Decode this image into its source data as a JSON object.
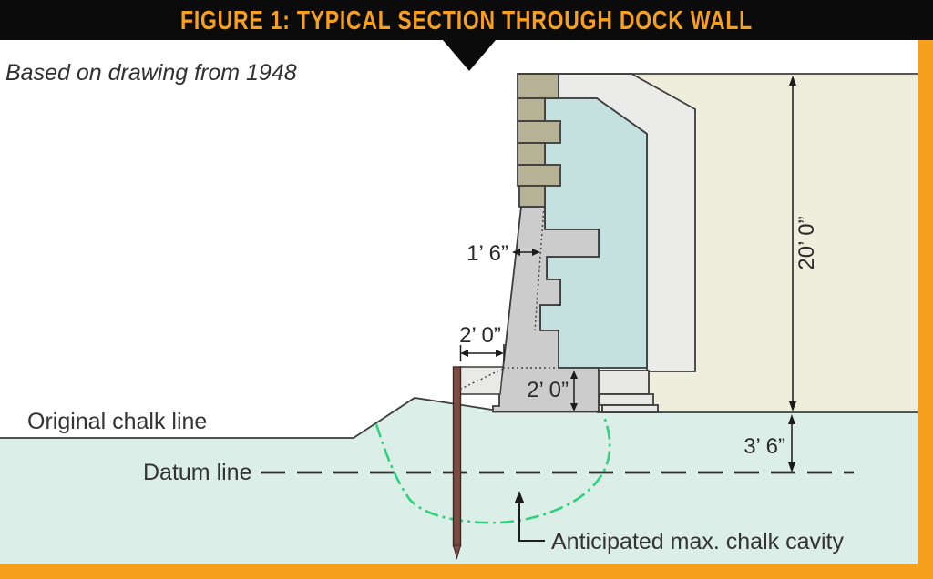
{
  "header": {
    "title": "FIGURE 1: TYPICAL SECTION THROUGH DOCK WALL"
  },
  "subtitle": "Based on drawing from 1948",
  "annotations": {
    "original_chalk_line": "Original chalk line",
    "datum_line": "Datum line",
    "anticipated_cavity": "Anticipated max. chalk cavity"
  },
  "dimensions": {
    "stem_top_width": "1’ 6”",
    "toe_width": "2’ 0”",
    "footing_height": "2’ 0”",
    "wall_height": "20’ 0”",
    "datum_depth": "3’ 6”"
  },
  "colors": {
    "accent_orange": "#F7A01E",
    "header_bg": "#0B0B0B",
    "ground_fill": "#DCEEE8",
    "core_fill": "#C4E1E0",
    "backfill_fill": "#EFEDDC",
    "backing_fill": "#EBEBE9",
    "masonry_gray": "#CCCCCC",
    "step_gray": "#E8E8E6",
    "wedge_gray": "#E9E9E7",
    "block_tan": "#B6B295",
    "cavity_green": "#2ED17C",
    "pile_brown": "#7C4B44"
  }
}
